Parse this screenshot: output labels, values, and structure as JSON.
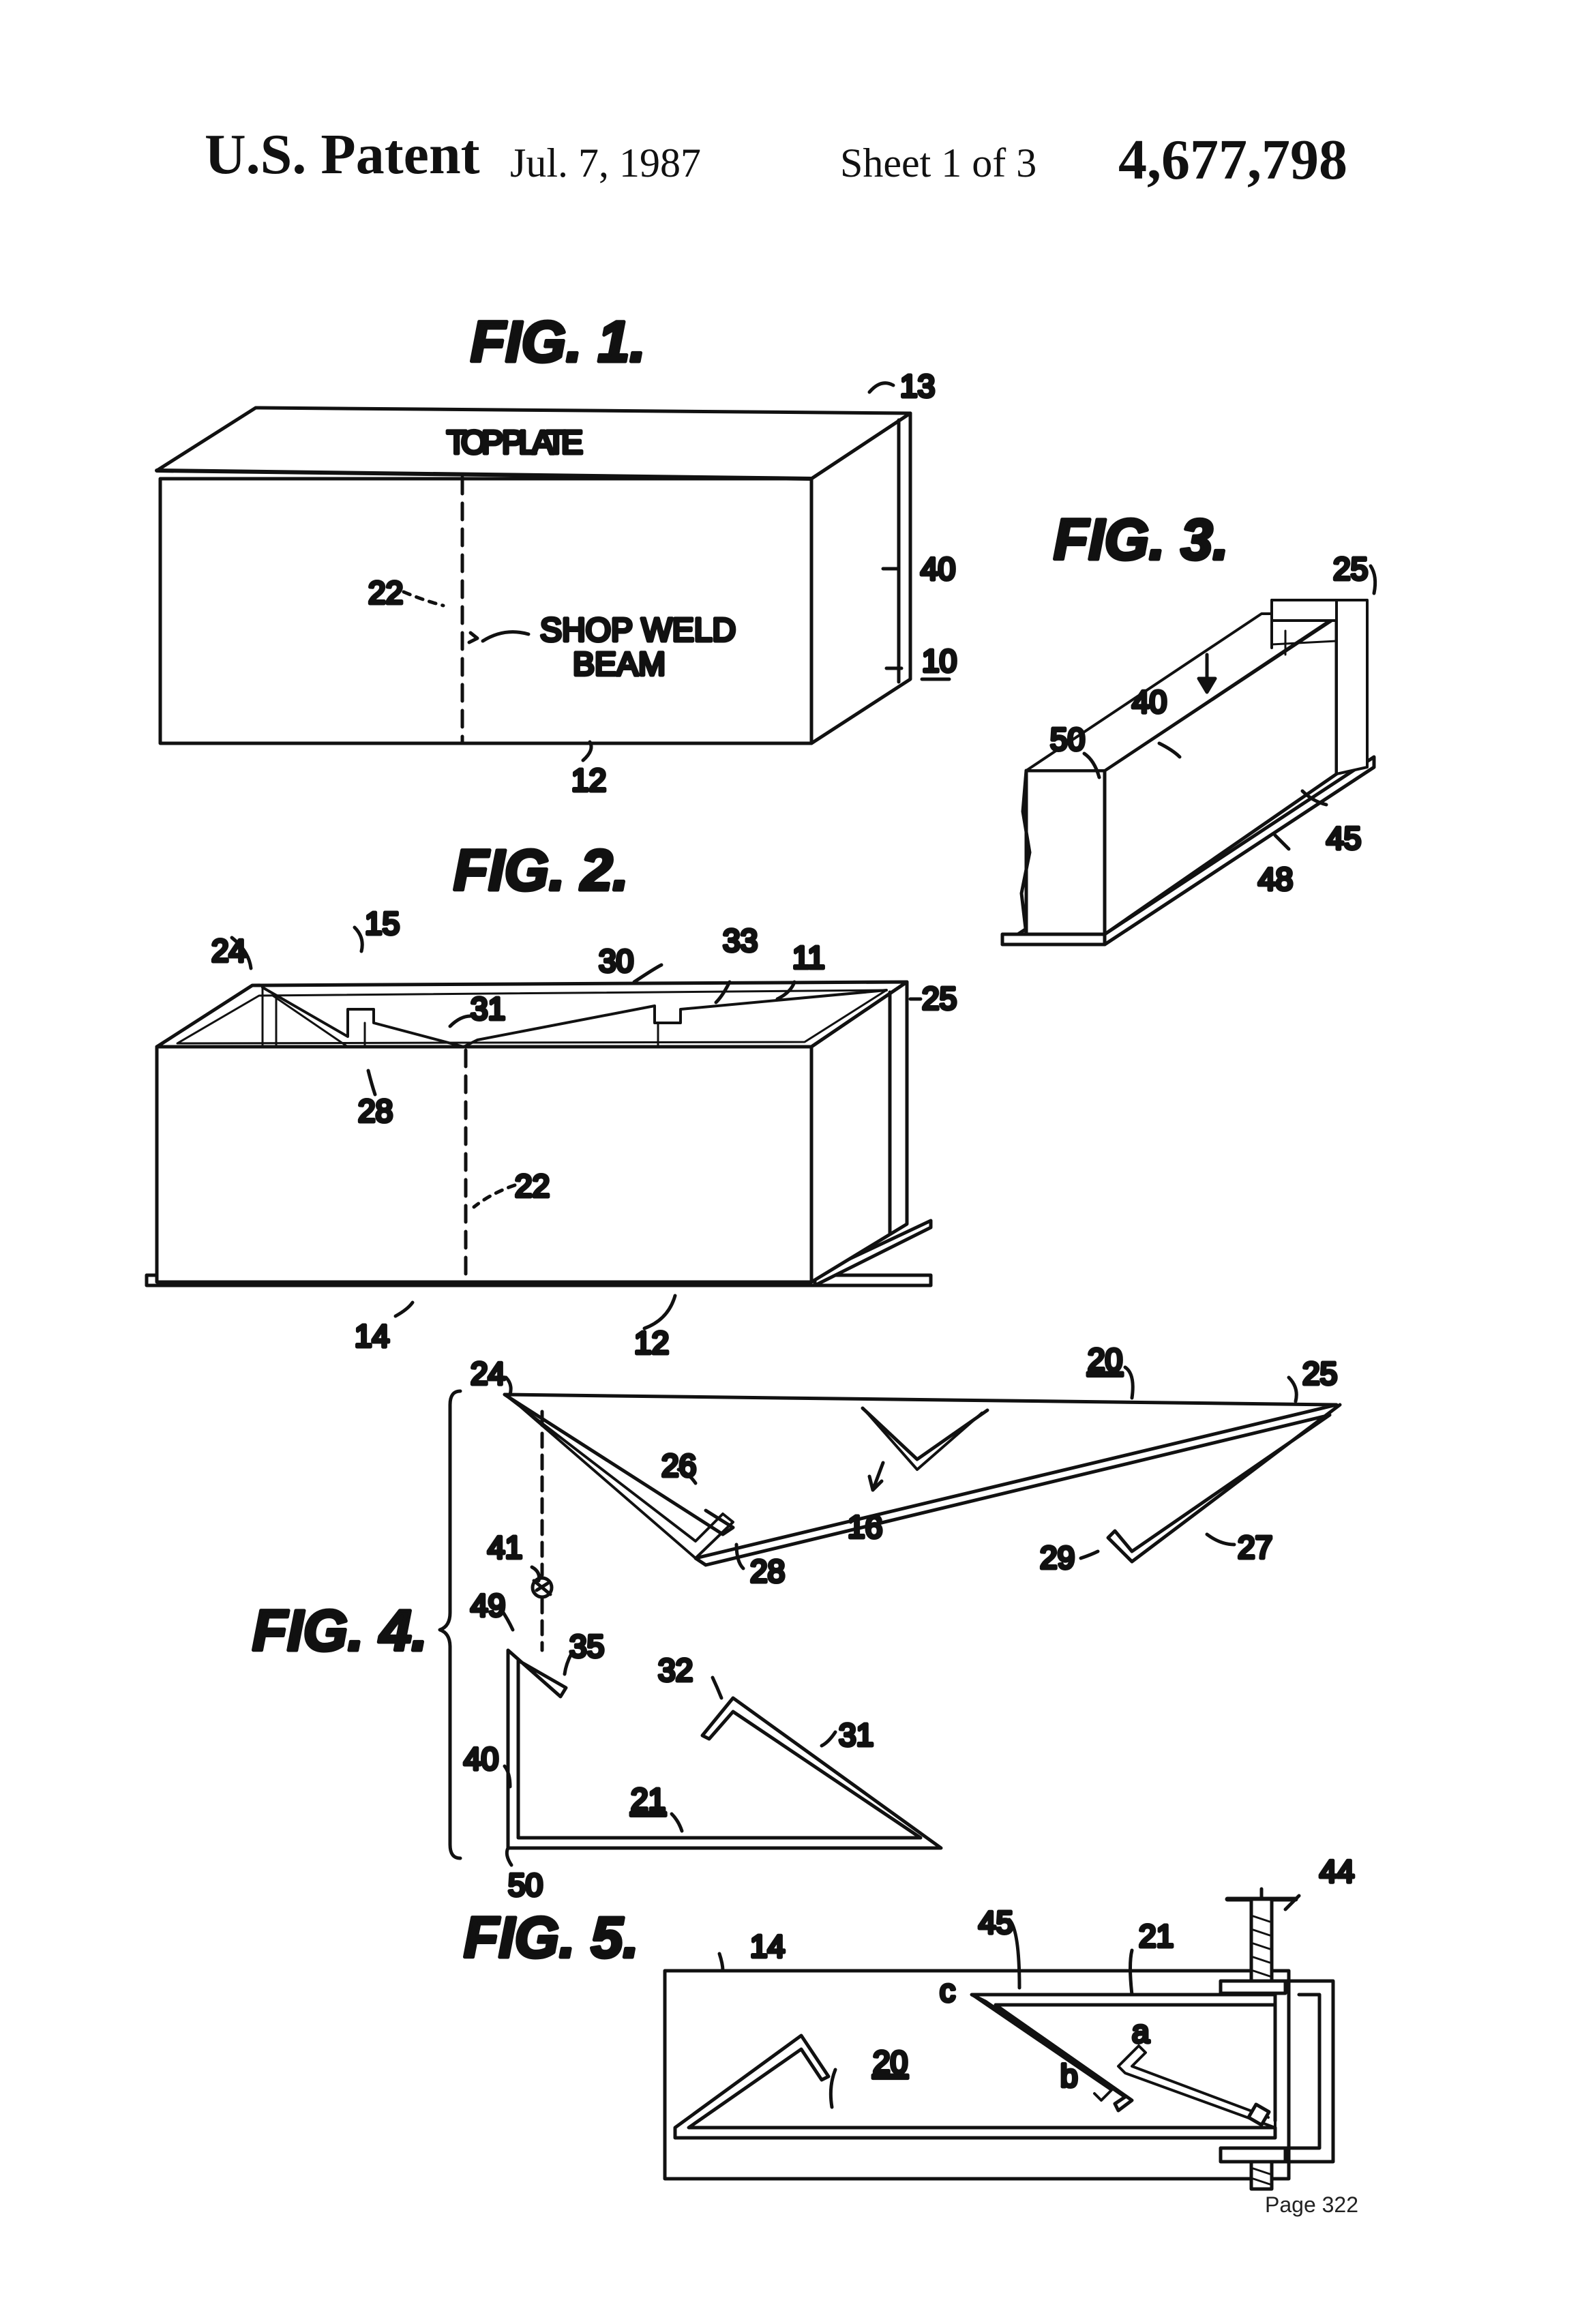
{
  "header": {
    "title": "U.S. Patent",
    "date": "Jul. 7, 1987",
    "sheet": "Sheet 1 of 3",
    "patent_number": "4,677,798"
  },
  "figures": {
    "fig1": {
      "label": "FIG. 1.",
      "top_plate": "TOP PLATE",
      "shop_weld_1": "SHOP WELD",
      "shop_weld_2": "BEAM",
      "refs": {
        "r13": "13",
        "r22": "22",
        "r40": "40",
        "r10": "10",
        "r12": "12"
      }
    },
    "fig2": {
      "label": "FIG. 2.",
      "refs": {
        "r24": "24",
        "r15": "15",
        "r30": "30",
        "r33": "33",
        "r11": "11",
        "r25": "25",
        "r31": "31",
        "r28": "28",
        "r22": "22",
        "r12": "12",
        "r14": "14"
      }
    },
    "fig3": {
      "label": "FIG. 3.",
      "refs": {
        "r25": "25",
        "r40": "40",
        "r50": "50",
        "r45": "45",
        "r48": "48"
      }
    },
    "fig4": {
      "label": "FIG. 4.",
      "refs": {
        "r24": "24",
        "r20": "20",
        "r25": "25",
        "r26": "26",
        "r16": "16",
        "r28": "28",
        "r29": "29",
        "r27": "27",
        "r41": "41",
        "r49": "49",
        "r35": "35",
        "r32": "32",
        "r31": "31",
        "r40": "40",
        "r21": "21",
        "r50": "50"
      }
    },
    "fig5": {
      "label": "FIG. 5.",
      "refs": {
        "r14": "14",
        "r45": "45",
        "r21": "21",
        "r44": "44",
        "rc": "c",
        "ra": "a",
        "rb": "b",
        "r20": "20"
      }
    }
  },
  "footer": {
    "page": "Page 322"
  }
}
